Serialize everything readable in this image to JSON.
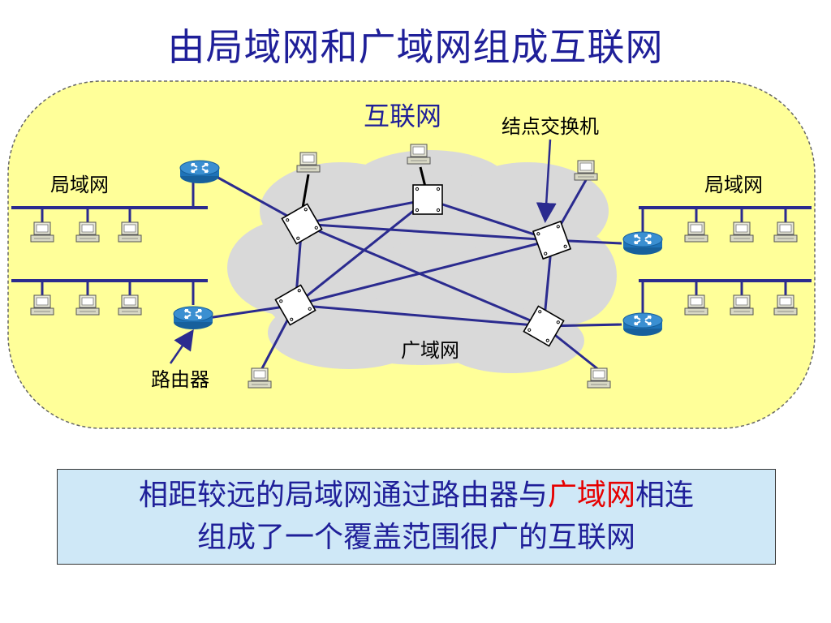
{
  "title": "由局域网和广域网组成互联网",
  "labels": {
    "internet": "互联网",
    "node_switch": "结点交换机",
    "lan_left": "局域网",
    "lan_right": "局域网",
    "wan": "广域网",
    "router": "路由器"
  },
  "caption": {
    "part1": "相距较远的局域网通过路由器与",
    "highlight": "广域网",
    "part2": "相连",
    "line2": "组成了一个覆盖范围很广的互联网"
  },
  "colors": {
    "title": "#1f1f99",
    "region_fill": "#ffff99",
    "cloud_fill": "#d9d9d9",
    "link": "#2b2b8f",
    "router": "#1e73b8",
    "highlight": "#e60000",
    "caption_bg": "#cfe8f7"
  },
  "icons": [
    "router-icon",
    "computer-icon",
    "switch-icon",
    "cloud-shape"
  ]
}
